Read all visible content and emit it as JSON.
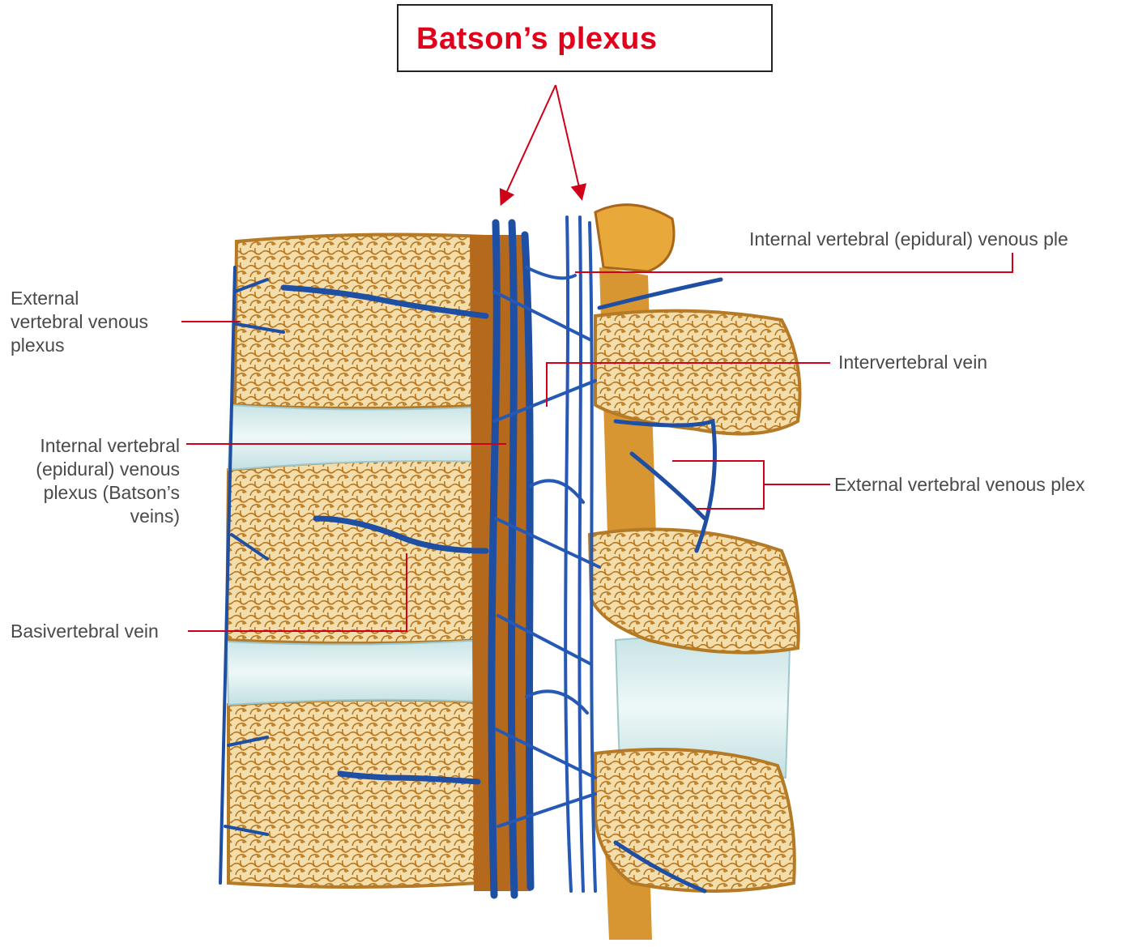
{
  "colors": {
    "title": "#e3001b",
    "leader_line": "#d0001a",
    "vein": "#1f4fa3",
    "bone": "#f0d9a2",
    "cortex": "#c98a2e",
    "disc": "#d6ecef",
    "label_text": "#4a4a4a"
  },
  "title": "Batson’s plexus",
  "labels": {
    "external_vertebral_venous_plexus_left": [
      "External",
      "vertebral venous",
      "plexus"
    ],
    "internal_vertebral_venous_plexus_left": [
      "Internal vertebral",
      "(epidural) venous",
      "plexus (Batson’s",
      "veins)"
    ],
    "basivertebral_vein": "Basivertebral vein",
    "internal_vertebral_venous_plexus_right": "Internal vertebral (epidural) venous ple",
    "intervertebral_vein": "Intervertebral vein",
    "external_vertebral_venous_plexus_right": "External vertebral venous plex"
  }
}
